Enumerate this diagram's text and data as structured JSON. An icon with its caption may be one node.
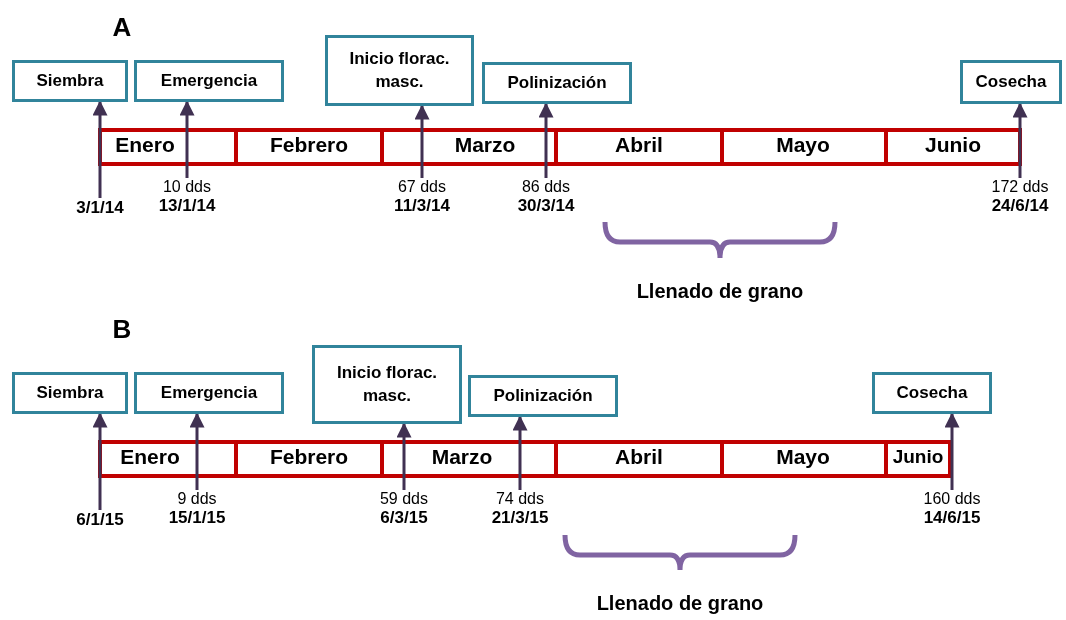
{
  "diagram": {
    "nodes": [
      {
        "text": [
          "Siembra"
        ]
      },
      {
        "text": [
          "Emergencia"
        ]
      },
      {
        "text": [
          "Inicio florac. masc."
        ]
      },
      {
        "text": [
          "Polinización"
        ]
      },
      {
        "text": [
          "Cosecha"
        ]
      },
      {
        "text": [
          "3/1/14"
        ]
      },
      {
        "text": [
          "10 dds",
          "13/1/14"
        ]
      },
      {
        "text": [
          "67 dds",
          "11/3/14"
        ]
      },
      {
        "text": [
          "86 dds",
          "30/3/14"
        ]
      },
      {
        "text": [
          "172 dds",
          "24/6/14"
        ]
      },
      {
        "text": [
          "Siembra"
        ]
      },
      {
        "text": [
          "Emergencia"
        ]
      },
      {
        "text": [
          "Inicio florac. masc."
        ]
      },
      {
        "text": [
          "Polinización"
        ]
      },
      {
        "text": [
          "Cosecha"
        ]
      },
      {
        "text": [
          "6/1/15"
        ]
      },
      {
        "text": [
          "9 dds",
          "15/1/15"
        ]
      },
      {
        "text": [
          "59 dds",
          "6/3/15"
        ]
      },
      {
        "text": [
          "74 dds",
          "21/3/15"
        ]
      },
      {
        "text": [
          "160 dds",
          "14/6/15"
        ]
      }
    ],
    "edges": [
      {
        "from": 5,
        "to": 0,
        "arrow": "to"
      },
      {
        "from": 6,
        "to": 1,
        "arrow": "to"
      },
      {
        "from": 7,
        "to": 2,
        "arrow": "to"
      },
      {
        "from": 8,
        "to": 3,
        "arrow": "to"
      },
      {
        "from": 9,
        "to": 4,
        "arrow": "to"
      },
      {
        "from": 15,
        "to": 10,
        "arrow": "to"
      },
      {
        "from": 16,
        "to": 11,
        "arrow": "to"
      },
      {
        "from": 17,
        "to": 12,
        "arrow": "to"
      },
      {
        "from": 18,
        "to": 13,
        "arrow": "to"
      },
      {
        "from": 19,
        "to": 14,
        "arrow": "to"
      }
    ],
    "labels": [
      "A",
      "Enero",
      "Febrero",
      "Marzo",
      "Abril",
      "Mayo",
      "Junio",
      "Llenado de grano",
      "B",
      "Enero",
      "Febrero",
      "Marzo",
      "Abril",
      "Mayo",
      "Junio",
      "Llenado de grano"
    ]
  }
}
